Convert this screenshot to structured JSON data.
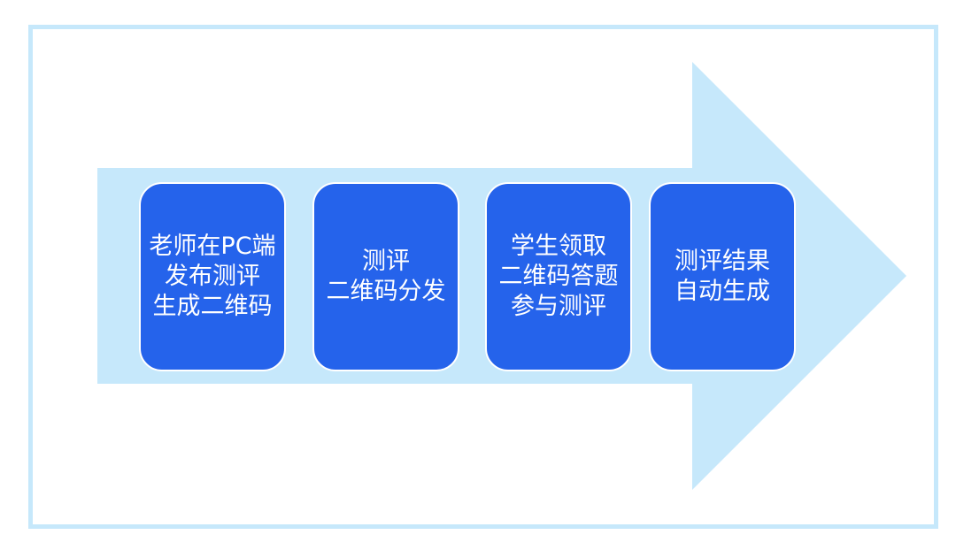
{
  "colors": {
    "frame_border": "#c6e8fb",
    "arrow_fill": "#c6e8fb",
    "step_fill": "#2563eb",
    "step_border": "#ffffff",
    "step_text": "#ffffff"
  },
  "steps": [
    {
      "text": "老师在PC端\n发布测评\n生成二维码"
    },
    {
      "text": "测评\n二维码分发"
    },
    {
      "text": "学生领取\n二维码答题\n参与测评"
    },
    {
      "text": "测评结果\n自动生成"
    }
  ]
}
